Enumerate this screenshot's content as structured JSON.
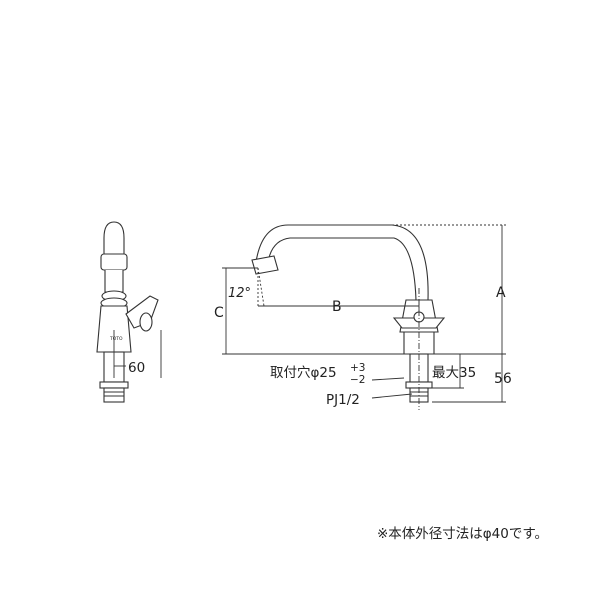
{
  "labels": {
    "dim_a": "A",
    "dim_b": "B",
    "dim_c": "C",
    "angle": "12°",
    "width_60": "60",
    "hole_text": "取付穴φ25",
    "tol_plus": "+3",
    "tol_minus": "−2",
    "max_text": "最大35",
    "dim_56": "56",
    "thread": "PJ1/2",
    "brand": "TOTO"
  },
  "note": "※本体外径寸法はφ40です。",
  "colors": {
    "line": "#333333",
    "fill": "#ffffff"
  }
}
